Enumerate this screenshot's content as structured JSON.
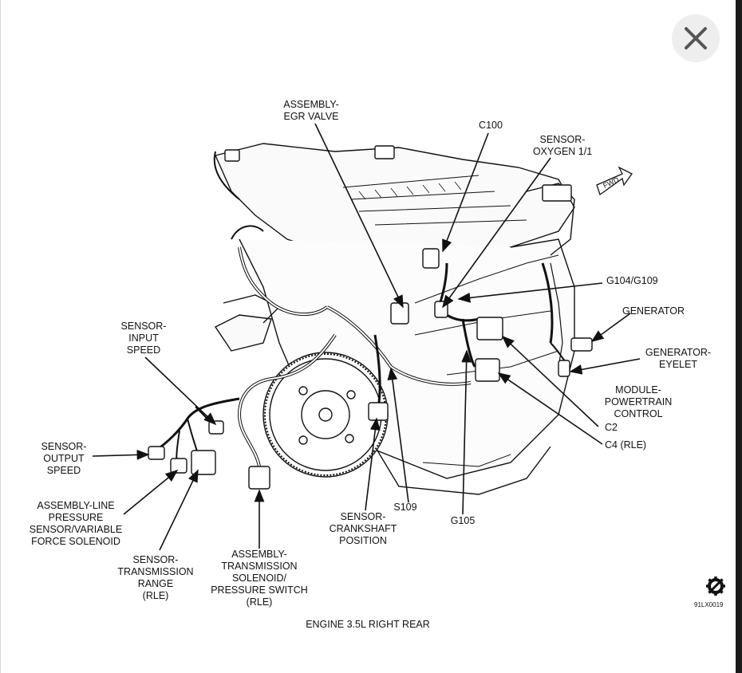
{
  "labels": {
    "egr": "ASSEMBLY-\nEGR VALVE",
    "c100": "C100",
    "o2": "SENSOR-\nOXYGEN 1/1",
    "g104": "G104/G109",
    "generator": "GENERATOR",
    "eyelet": "GENERATOR-\nEYELET",
    "pcm": "MODULE-\nPOWERTRAIN\nCONTROL",
    "c2": "C2",
    "c4": "C4 (RLE)",
    "input_speed": "SENSOR-\nINPUT\nSPEED",
    "output_speed": "SENSOR-\nOUTPUT\nSPEED",
    "line_pressure": "ASSEMBLY-LINE\nPRESSURE\nSENSOR/VARIABLE\nFORCE SOLENOID",
    "trans_range": "SENSOR-\nTRANSMISSION\nRANGE\n(RLE)",
    "solenoid": "ASSEMBLY-\nTRANSMISSION\nSOLENOID/\nPRESSURE SWITCH\n(RLE)",
    "crankshaft": "SENSOR-\nCRANKSHAFT\nPOSITION",
    "s109": "S109",
    "g105": "G105",
    "fwd": "FWD"
  },
  "caption": "ENGINE 3.5L RIGHT REAR",
  "figure_code": "91LX0019",
  "icons": {
    "close": "close-icon",
    "logo": "gear-logo-icon"
  },
  "colors": {
    "line": "#111111",
    "close_bg": "#eeeeee",
    "close_x": "#555555"
  }
}
